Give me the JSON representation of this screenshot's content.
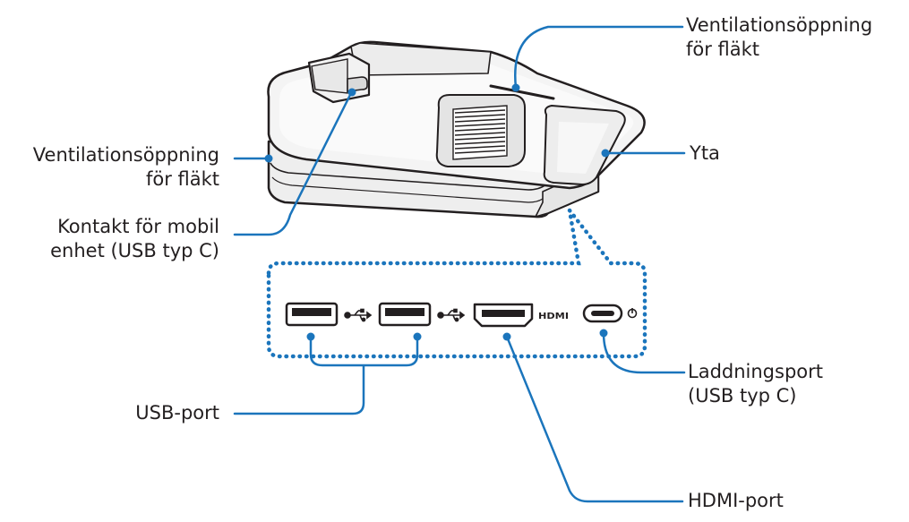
{
  "labels": {
    "fan_vent_top": [
      "Ventilationsöppning",
      "för fläkt"
    ],
    "fan_vent_left": [
      "Ventilationsöppning",
      "för fläkt"
    ],
    "surface": [
      "Yta"
    ],
    "mobile_connector": [
      "Kontakt för mobil",
      "enhet (USB typ C)"
    ],
    "charging_port": [
      "Laddningsport",
      "(USB typ C)"
    ],
    "usb_port": [
      "USB-port"
    ],
    "hdmi_port": [
      "HDMI-port"
    ]
  },
  "port_symbols": {
    "hdmi_text": "HDMI"
  },
  "colors": {
    "leader_line": "#1b75bc",
    "outline": "#231f20",
    "device_fill": "#f2f2f2",
    "device_shade": "#e3e3e3",
    "text": "#231f20"
  },
  "icons": {
    "usb": "usb-symbol-icon",
    "power": "power-symbol-icon"
  }
}
